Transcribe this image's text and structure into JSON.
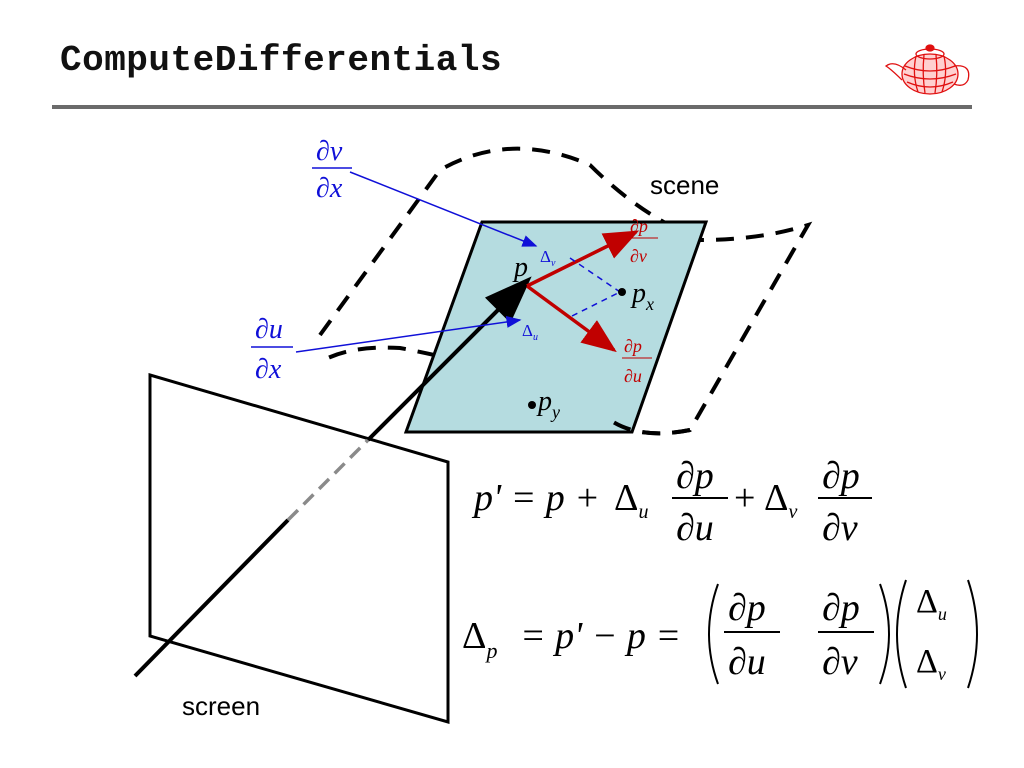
{
  "title": "ComputeDifferentials",
  "colors": {
    "patch_fill": "#b5dce0",
    "blue": "#1010d8",
    "red": "#c00000",
    "gray_ray": "#8a8a8a",
    "rule": "#6b6b6b"
  },
  "icons": {
    "logo": "teapot-wireframe-icon"
  },
  "labels": {
    "scene": "scene",
    "screen": "screen",
    "p": "p",
    "px_base": "p",
    "px_sub": "x",
    "py_base": "p",
    "py_sub": "y",
    "delta": "Δ",
    "sub_u": "u",
    "sub_v": "v",
    "dvdx_num": "∂v",
    "dvdx_den": "∂x",
    "dudx_num": "∂u",
    "dudx_den": "∂x",
    "dpdv_num": "∂p",
    "dpdv_den": "∂v",
    "dpdu_num": "∂p",
    "dpdu_den": "∂u"
  },
  "equation1": {
    "lhs": "p' = p + ",
    "delta_u": "Δ",
    "sub_u": "u",
    "num1": "∂p",
    "den1": "∂u",
    "plus": "+",
    "delta_v": "Δ",
    "sub_v": "v",
    "num2": "∂p",
    "den2": "∂v"
  },
  "equation2": {
    "lhs_delta": "Δ",
    "lhs_sub": "p",
    "mid": "= p' − p =",
    "num1": "∂p",
    "den1": "∂u",
    "num2": "∂p",
    "den2": "∂v",
    "vec_top": "Δ",
    "vec_top_sub": "u",
    "vec_bot": "Δ",
    "vec_bot_sub": "v"
  }
}
